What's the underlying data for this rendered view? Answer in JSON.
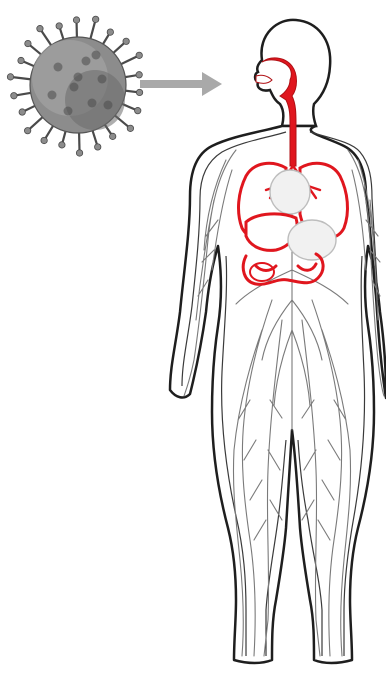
{
  "diagram": {
    "colors": {
      "background": "#ffffff",
      "outline": "#1e1e1e",
      "vessels": "#7a7a7a",
      "nerves": "#9a9a9a",
      "highlight": "#e0161e",
      "organ_fill": "#f1f1f1",
      "arrow": "#a9a9a9",
      "virus_body": "#8c8c8c",
      "virus_dark": "#4a4a4a"
    },
    "elements": [
      {
        "name": "virus-particle",
        "kind": "illustration"
      },
      {
        "name": "entry-arrow",
        "kind": "arrow",
        "points_to": "mouth"
      },
      {
        "name": "human-body",
        "kind": "silhouette"
      },
      {
        "name": "respiratory-tract",
        "kind": "organ",
        "highlighted": true
      },
      {
        "name": "lungs",
        "kind": "organ",
        "highlighted": true
      },
      {
        "name": "heart",
        "kind": "organ",
        "highlighted": false
      },
      {
        "name": "stomach",
        "kind": "organ",
        "highlighted": false
      },
      {
        "name": "intestines",
        "kind": "organ",
        "highlighted": true
      },
      {
        "name": "vascular-network",
        "kind": "network",
        "highlighted": false
      }
    ]
  }
}
